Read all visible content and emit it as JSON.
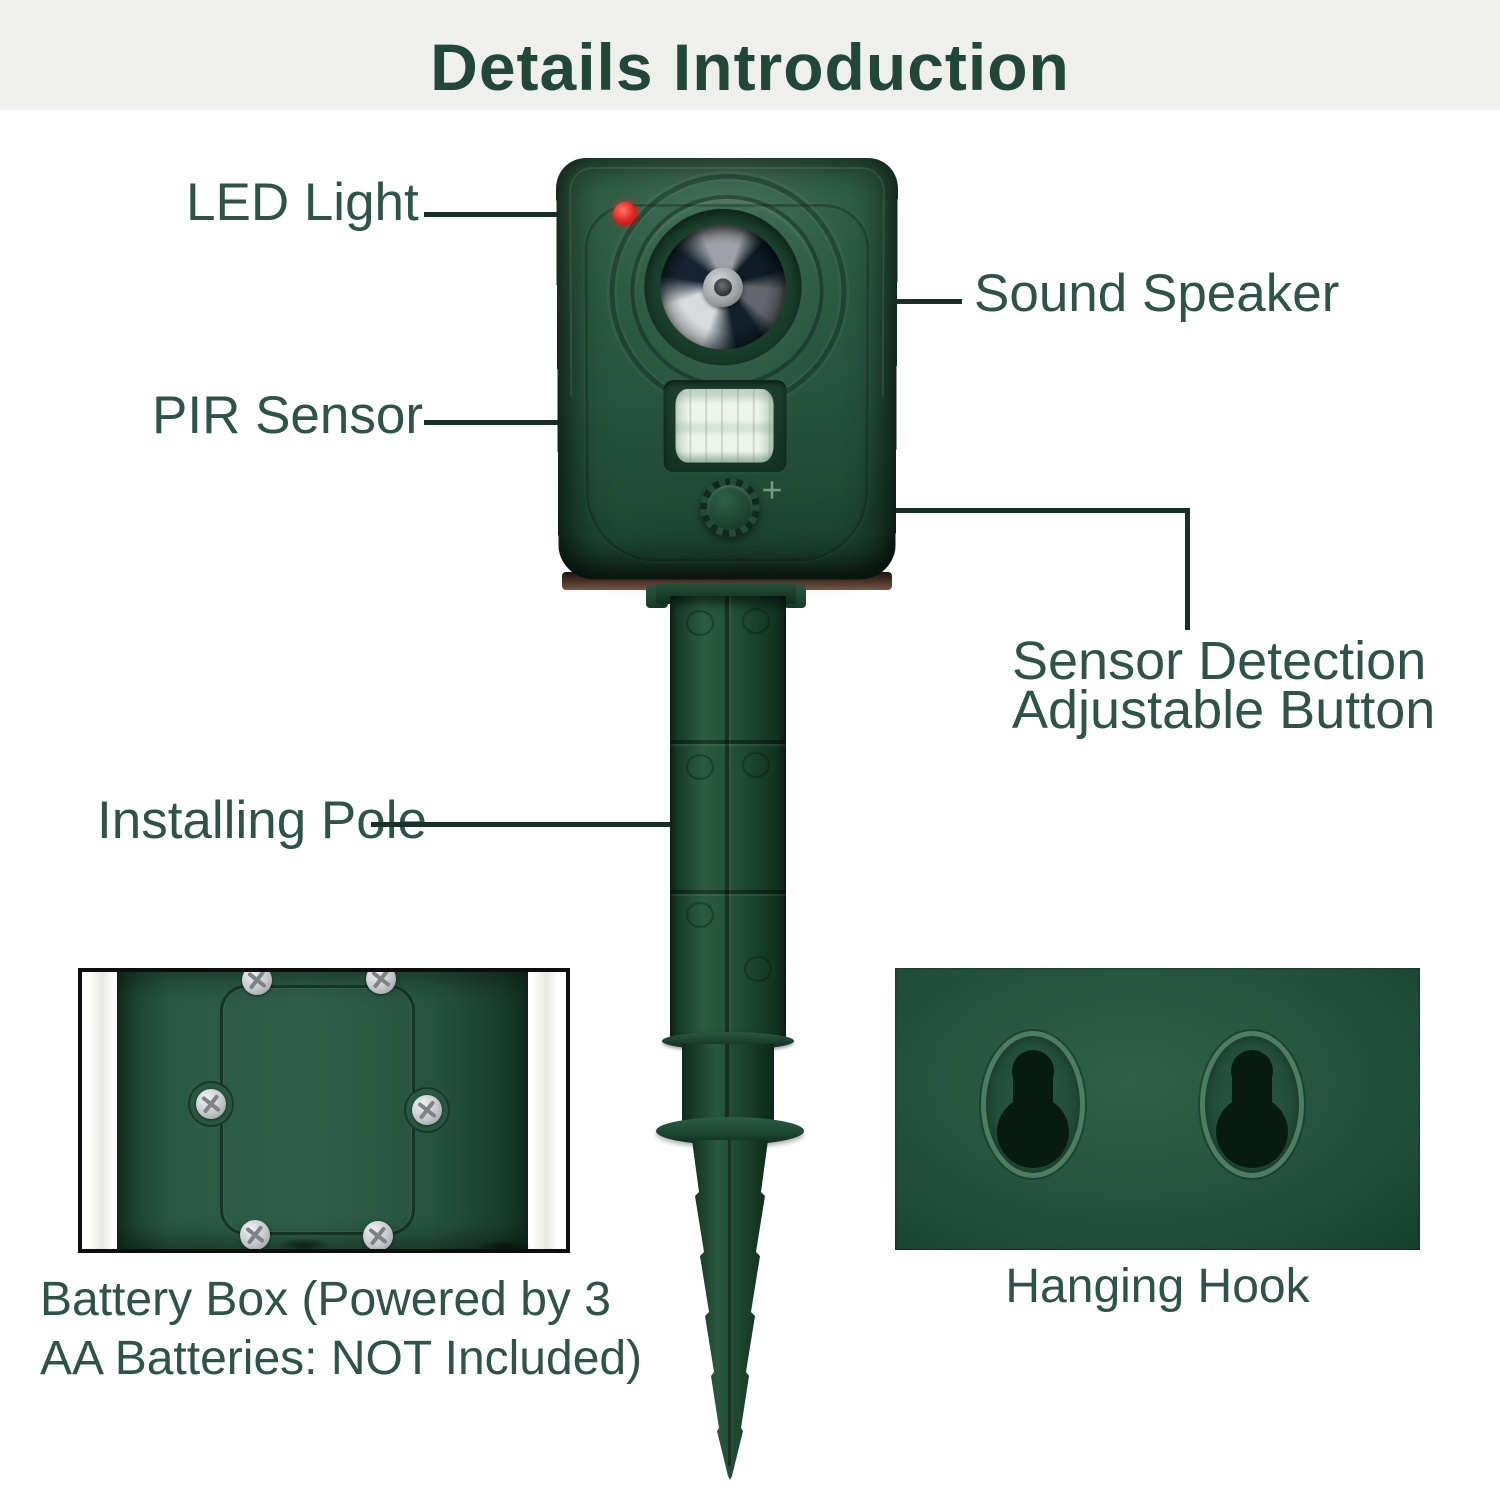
{
  "header": {
    "title": "Details Introduction"
  },
  "annotations": {
    "led_light": "LED Light",
    "sound_speaker": "Sound Speaker",
    "pir_sensor": "PIR Sensor",
    "sensor_detection_line1": "Sensor Detection",
    "sensor_detection_line2": "Adjustable Button",
    "installing_pole": "Installing Pole",
    "battery_box_line1": "Battery Box (Powered by 3",
    "battery_box_line2": "AA Batteries: NOT Included)",
    "hanging_hook": "Hanging Hook"
  },
  "device": {
    "knob_marking": "+"
  },
  "colors": {
    "header_bg": "#efefed",
    "title_text": "#21463a",
    "label_text": "#2e5348",
    "leader_line": "#173029",
    "body_green": "#2b5a45",
    "pole_green": "#1d4634",
    "led_red": "#e02020",
    "pir_lens": "#edf4ec",
    "inset_border": "#0e0e0e"
  }
}
